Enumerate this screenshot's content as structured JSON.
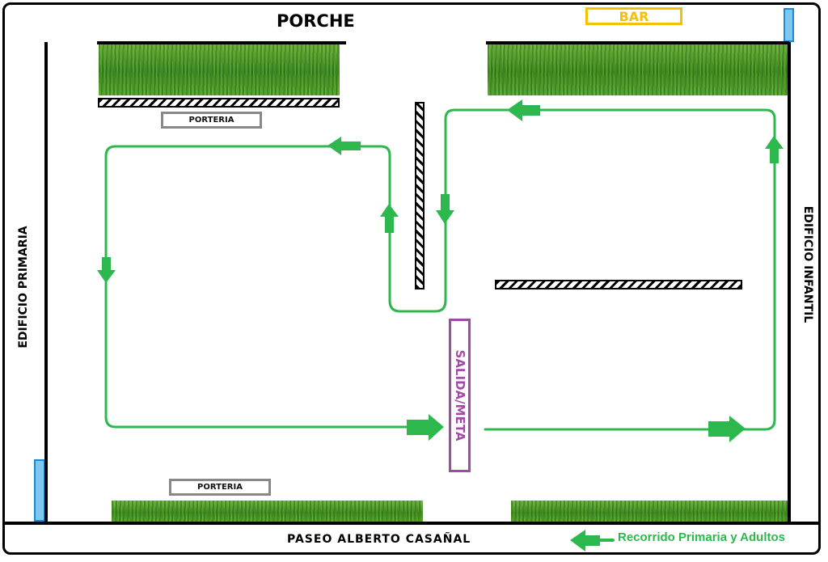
{
  "labels": {
    "porche": "PORCHE",
    "bar": "BAR",
    "porteria_top": "PORTERIA",
    "porteria_bottom": "PORTERIA",
    "edificio_primaria": "EDIFICIO PRIMARIA",
    "edificio_infantil": "EDIFICIO INFANTIL",
    "salida_meta": "SALIDA/META",
    "paseo": "PASEO ALBERTO CASAÑAL"
  },
  "legend": {
    "text": "Recorrido Primaria y Adultos",
    "icon": "green-arrow-left-icon"
  },
  "colors": {
    "route": "#2db84d",
    "bar": "#f2c200",
    "salida": "#a24aa8",
    "door": "#1a8ad8",
    "porteria": "#888888"
  }
}
